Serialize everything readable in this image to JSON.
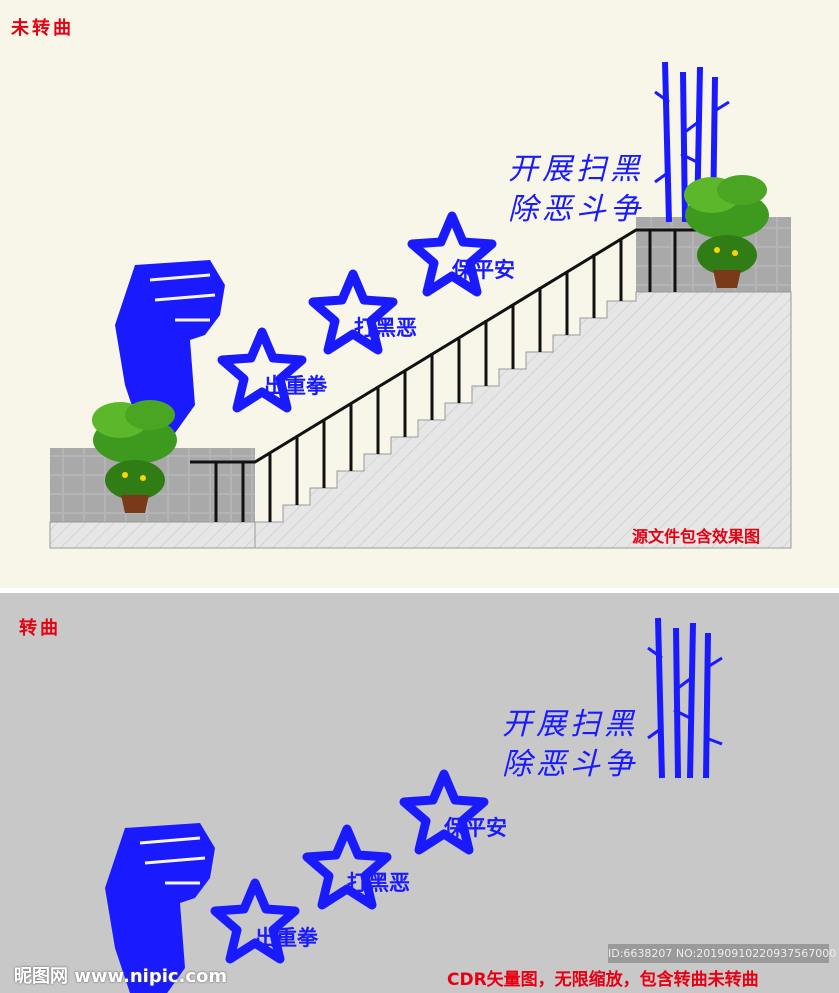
{
  "top_panel": {
    "label": "未转曲",
    "slogan_line1": "开展扫黑",
    "slogan_line2": "除恶斗争",
    "stars": [
      "出重拳",
      "打黑恶",
      "保平安"
    ],
    "note": "源文件包含效果图"
  },
  "bottom_panel": {
    "label": "转曲",
    "slogan_line1": "开展扫黑",
    "slogan_line2": "除恶斗争",
    "stars": [
      "出重拳",
      "打黑恶",
      "保平安"
    ],
    "caption": "CDR矢量图，无限缩放，包含转曲未转曲"
  },
  "watermark": {
    "site": "昵图网 www.nipic.com",
    "id_text": "ID:6638207 NO:20190910220937567000"
  },
  "colors": {
    "accent_blue": "#1a1aff",
    "label_red": "#e60012",
    "top_bg": "#f7f6e9",
    "bottom_bg": "#c8c8c8"
  }
}
